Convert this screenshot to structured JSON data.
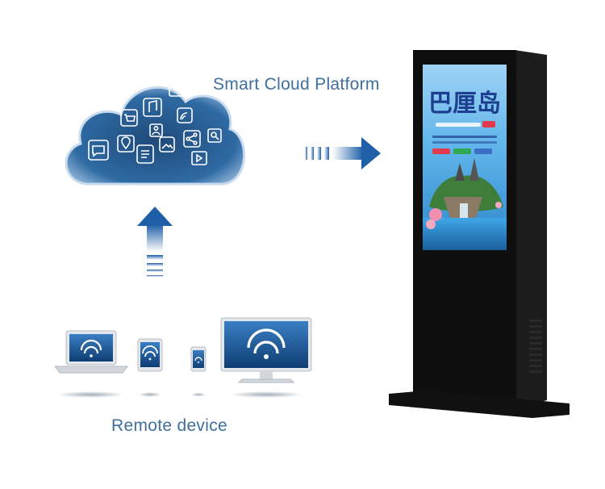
{
  "labels": {
    "cloud": "Smart Cloud Platform",
    "devices": "Remote device"
  },
  "poster": {
    "title": "巴厘岛"
  },
  "colors": {
    "label_text": "#3f6f9e",
    "cloud_fill_dark": "#1f4a7a",
    "cloud_fill_light": "#8fb6dc",
    "arrow_blue": "#1f5fa8",
    "kiosk_body": "#111111",
    "screen_sky": "#3f9de0"
  },
  "icons": [
    "calendar-icon",
    "music-icon",
    "wifi-icon",
    "cart-icon",
    "user-icon",
    "image-icon",
    "share-icon",
    "search-icon",
    "chat-icon",
    "location-icon",
    "document-icon",
    "video-icon"
  ],
  "devices": [
    "laptop-icon",
    "tablet-icon",
    "phone-icon",
    "monitor-icon"
  ]
}
